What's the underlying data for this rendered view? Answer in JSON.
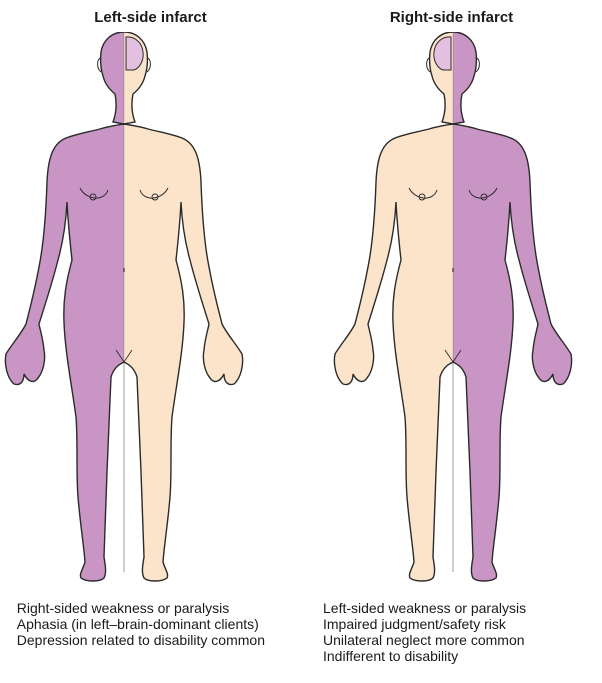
{
  "colors": {
    "affected": "#c895c4",
    "unaffected": "#fbe4ca",
    "brain_lesion": "#e3c0df",
    "outline": "#2b2b2b"
  },
  "left_panel": {
    "title": "Left-side infarct",
    "affected_body_side": "viewer-left",
    "lesion_hemisphere": "viewer-right",
    "findings": [
      "Right-sided weakness or paralysis",
      "Aphasia (in left–brain-dominant clients)",
      "Depression related to disability common"
    ]
  },
  "right_panel": {
    "title": "Right-side infarct",
    "affected_body_side": "viewer-right",
    "lesion_hemisphere": "viewer-left",
    "findings": [
      "Left-sided weakness or paralysis",
      "Impaired judgment/safety risk",
      "Unilateral neglect more common",
      "Indifferent to disability"
    ]
  }
}
